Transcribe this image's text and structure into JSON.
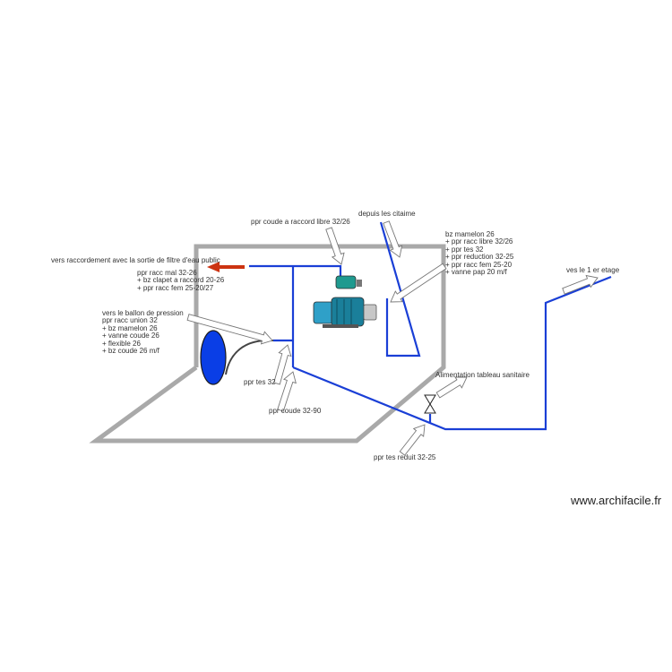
{
  "labels": {
    "depuis_citerne": "depuis les citaime",
    "ppr_coude_raccord": "ppr coude a raccord libre 32/26",
    "vers_raccordement": "vers raccordement avec la sortie de filtre d'eau public",
    "ppr_racc_mal_block": [
      "ppr racc mal 32-26",
      "+ bz clapet a raccord 20-26",
      "+ ppr racc fem 25-20/27"
    ],
    "ballon_block": [
      "vers le ballon de pression",
      "ppr racc union 32",
      "+ bz mamelon 26",
      "+ vanne coude 26",
      "+ flexible 26",
      "+ bz coude 26 m/f"
    ],
    "bz_mamelon_block": [
      "bz mamelon 26",
      "+ ppr racc libre 32/26",
      "+ ppr tes 32",
      "+ ppr reduction 32-25",
      "+ ppr racc fem 25-20",
      "+ vanne pap 20 m/f"
    ],
    "ves_etage": "ves le 1 er etage",
    "alimentation": "Alimentation tableau sanitaire",
    "ppr_tes_32": "ppr tes 32",
    "ppr_coude_32_90": "ppr coude 32-90",
    "ppr_tes_reduit": "ppr tes reduit 32-25"
  },
  "watermark": "www.archifacile.fr",
  "colors": {
    "pipe": "#1a3fd6",
    "wall": "#a9a9a9",
    "arrow_outline": "#777777",
    "feed_arrow": "#cc3311",
    "tank": "#0a3ee6",
    "pump_body": "#2fa0c8",
    "pump_motor": "#1a7f9a",
    "flexible": "#444444"
  },
  "icons": [
    "pressure-tank-icon",
    "pump-icon",
    "valve-icon",
    "outlet-arrow-icon"
  ]
}
